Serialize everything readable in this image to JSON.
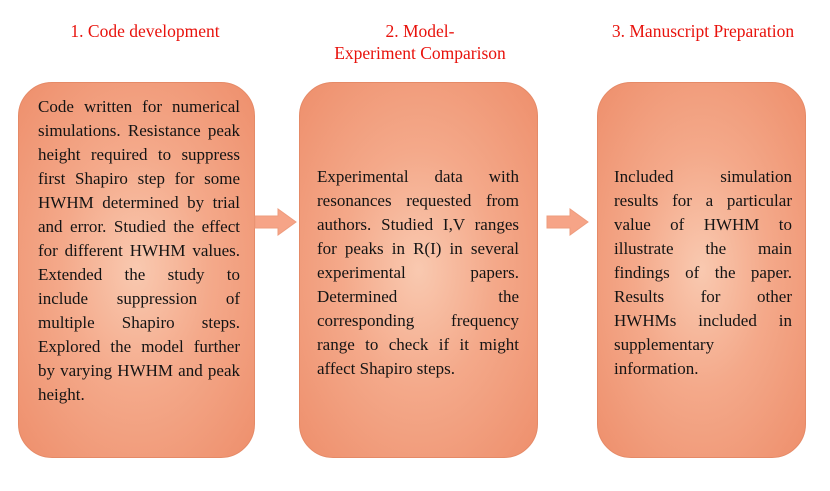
{
  "steps": [
    {
      "title_lines": [
        "1. Code development"
      ],
      "text": "Code written for numerical simulations. Resistance peak height required to suppress first Shapiro step for some HWHM determined by trial and error. Studied the effect for different HWHM values. Extended the study to include suppression of multiple Shapiro steps. Explored the model further by varying HWHM and peak height."
    },
    {
      "title_lines": [
        "2. Model-",
        "Experiment Comparison"
      ],
      "text": "Experimental data with resonances requested from authors. Studied I,V ranges for peaks in R(I) in several experimental papers. Determined the corresponding frequency range to check if it might affect Shapiro steps."
    },
    {
      "title_lines": [
        "3. Manuscript  Preparation"
      ],
      "text": "Included simulation results for a particular value of HWHM to illustrate the main findings of the paper. Results for other HWHMs included in supplementary information."
    }
  ],
  "colors": {
    "heading": "#e8120c",
    "box_fill": "#f4a98a",
    "arrow_fill": "#f6a487"
  }
}
